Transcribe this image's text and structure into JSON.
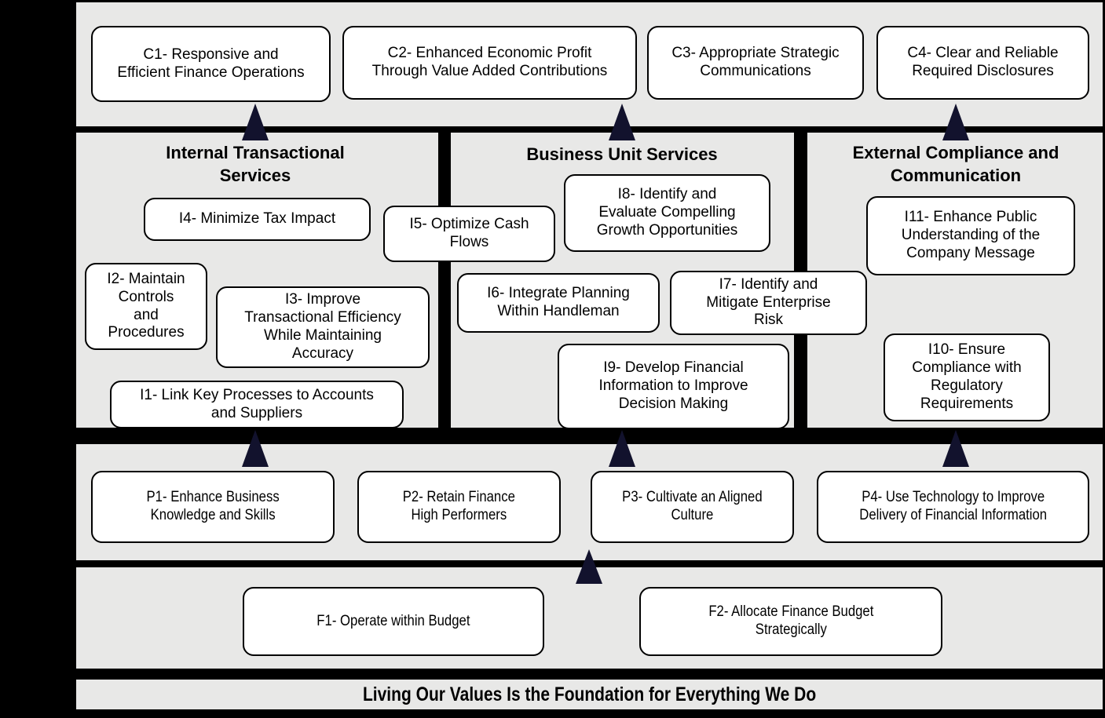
{
  "colors": {
    "background": "#000000",
    "panel": "#e8e8e7",
    "box_fill": "#ffffff",
    "box_border": "#000000",
    "arrow": "#12122d"
  },
  "customer_row": {
    "boxes": [
      {
        "id": "C1",
        "label": "C1- Responsive and\nEfficient Finance Operations"
      },
      {
        "id": "C2",
        "label": "C2- Enhanced Economic Profit\nThrough Value Added Contributions"
      },
      {
        "id": "C3",
        "label": "C3- Appropriate Strategic\nCommunications"
      },
      {
        "id": "C4",
        "label": "C4- Clear and Reliable\nRequired Disclosures"
      }
    ]
  },
  "columns": [
    {
      "title": "Internal Transactional\nServices",
      "boxes": [
        {
          "id": "I4",
          "label": "I4- Minimize Tax Impact"
        },
        {
          "id": "I5",
          "label": "I5- Optimize Cash\nFlows"
        },
        {
          "id": "I2",
          "label": "I2- Maintain\nControls\nand\nProcedures"
        },
        {
          "id": "I3",
          "label": "I3- Improve\nTransactional Efficiency\nWhile Maintaining\nAccuracy"
        },
        {
          "id": "I1",
          "label": "I1- Link Key Processes to Accounts\nand Suppliers"
        }
      ]
    },
    {
      "title": "Business Unit Services",
      "boxes": [
        {
          "id": "I8",
          "label": "I8- Identify and\nEvaluate Compelling\nGrowth Opportunities"
        },
        {
          "id": "I6",
          "label": "I6- Integrate Planning\nWithin Handleman"
        },
        {
          "id": "I7",
          "label": "I7- Identify and\nMitigate Enterprise\nRisk"
        },
        {
          "id": "I9",
          "label": "I9- Develop Financial\nInformation to Improve\nDecision Making"
        }
      ]
    },
    {
      "title": "External Compliance and\nCommunication",
      "boxes": [
        {
          "id": "I11",
          "label": "I11- Enhance Public\nUnderstanding of the\nCompany Message"
        },
        {
          "id": "I10",
          "label": "I10- Ensure\nCompliance with\nRegulatory\nRequirements"
        }
      ]
    }
  ],
  "people_row": {
    "boxes": [
      {
        "id": "P1",
        "label": "P1- Enhance Business\nKnowledge and Skills"
      },
      {
        "id": "P2",
        "label": "P2- Retain Finance\nHigh Performers"
      },
      {
        "id": "P3",
        "label": "P3- Cultivate an Aligned\nCulture"
      },
      {
        "id": "P4",
        "label": "P4- Use Technology to Improve\nDelivery of Financial Information"
      }
    ]
  },
  "finance_row": {
    "boxes": [
      {
        "id": "F1",
        "label": "F1- Operate within Budget"
      },
      {
        "id": "F2",
        "label": "F2- Allocate Finance Budget\nStrategically"
      }
    ]
  },
  "banner": {
    "text": "Living Our Values Is the Foundation for Everything We Do"
  }
}
